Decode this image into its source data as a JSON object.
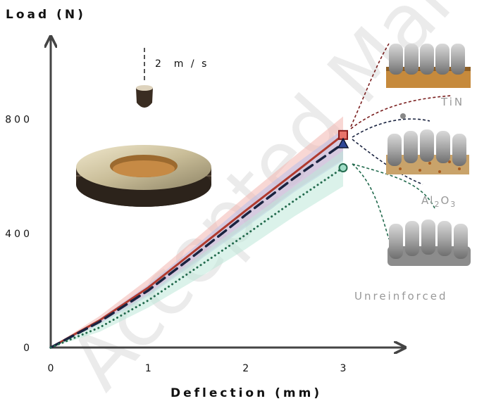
{
  "figure": {
    "speed_label": "2  m / s",
    "watermark": "Accepted Manuscript",
    "insets": [
      {
        "label": "TiN"
      },
      {
        "label": "Al2O3",
        "parts": [
          "Al",
          "2",
          "O",
          "3"
        ]
      },
      {
        "label": "Unreinforced"
      }
    ]
  },
  "chart_data": {
    "type": "line",
    "xlabel": "Deflection (mm)",
    "ylabel": "Load (N)",
    "xlim": [
      0,
      3.6
    ],
    "ylim": [
      0,
      1080
    ],
    "xticks": [
      0,
      1,
      2,
      3
    ],
    "yticks": [
      0,
      400,
      800
    ],
    "grid": false,
    "legend": "none",
    "series": [
      {
        "key": "tin",
        "color": "#b03a2e",
        "band_color": "#f2b6b0",
        "marker": "square",
        "marker_color": "#e8736a",
        "line_style": "solid",
        "x": [
          0,
          0.5,
          1.0,
          1.5,
          2.0,
          2.5,
          3.0
        ],
        "y": [
          0,
          95,
          210,
          345,
          480,
          612,
          745
        ],
        "upper": [
          0,
          110,
          240,
          385,
          530,
          670,
          810
        ],
        "lower": [
          0,
          85,
          185,
          305,
          425,
          550,
          660
        ]
      },
      {
        "key": "al2o3",
        "color": "#1a2340",
        "band_color": "#b9c0ea",
        "marker": "triangle",
        "marker_color": "#2f4796",
        "line_style": "dashed",
        "x": [
          0,
          0.5,
          1.0,
          1.5,
          2.0,
          2.5,
          3.0
        ],
        "y": [
          0,
          90,
          200,
          330,
          465,
          595,
          715
        ],
        "upper": [
          0,
          100,
          220,
          360,
          505,
          640,
          765
        ],
        "lower": [
          0,
          80,
          180,
          300,
          420,
          545,
          655
        ]
      },
      {
        "key": "unreinforced",
        "color": "#236b4e",
        "band_color": "#bde8d9",
        "marker": "circle",
        "marker_color": "#9fdcc6",
        "line_style": "dotted",
        "x": [
          0,
          0.5,
          1.0,
          1.5,
          2.0,
          2.5,
          3.0
        ],
        "y": [
          0,
          70,
          165,
          280,
          395,
          515,
          630
        ],
        "upper": [
          0,
          85,
          190,
          315,
          440,
          565,
          690
        ],
        "lower": [
          0,
          55,
          140,
          240,
          345,
          460,
          565
        ]
      }
    ]
  }
}
